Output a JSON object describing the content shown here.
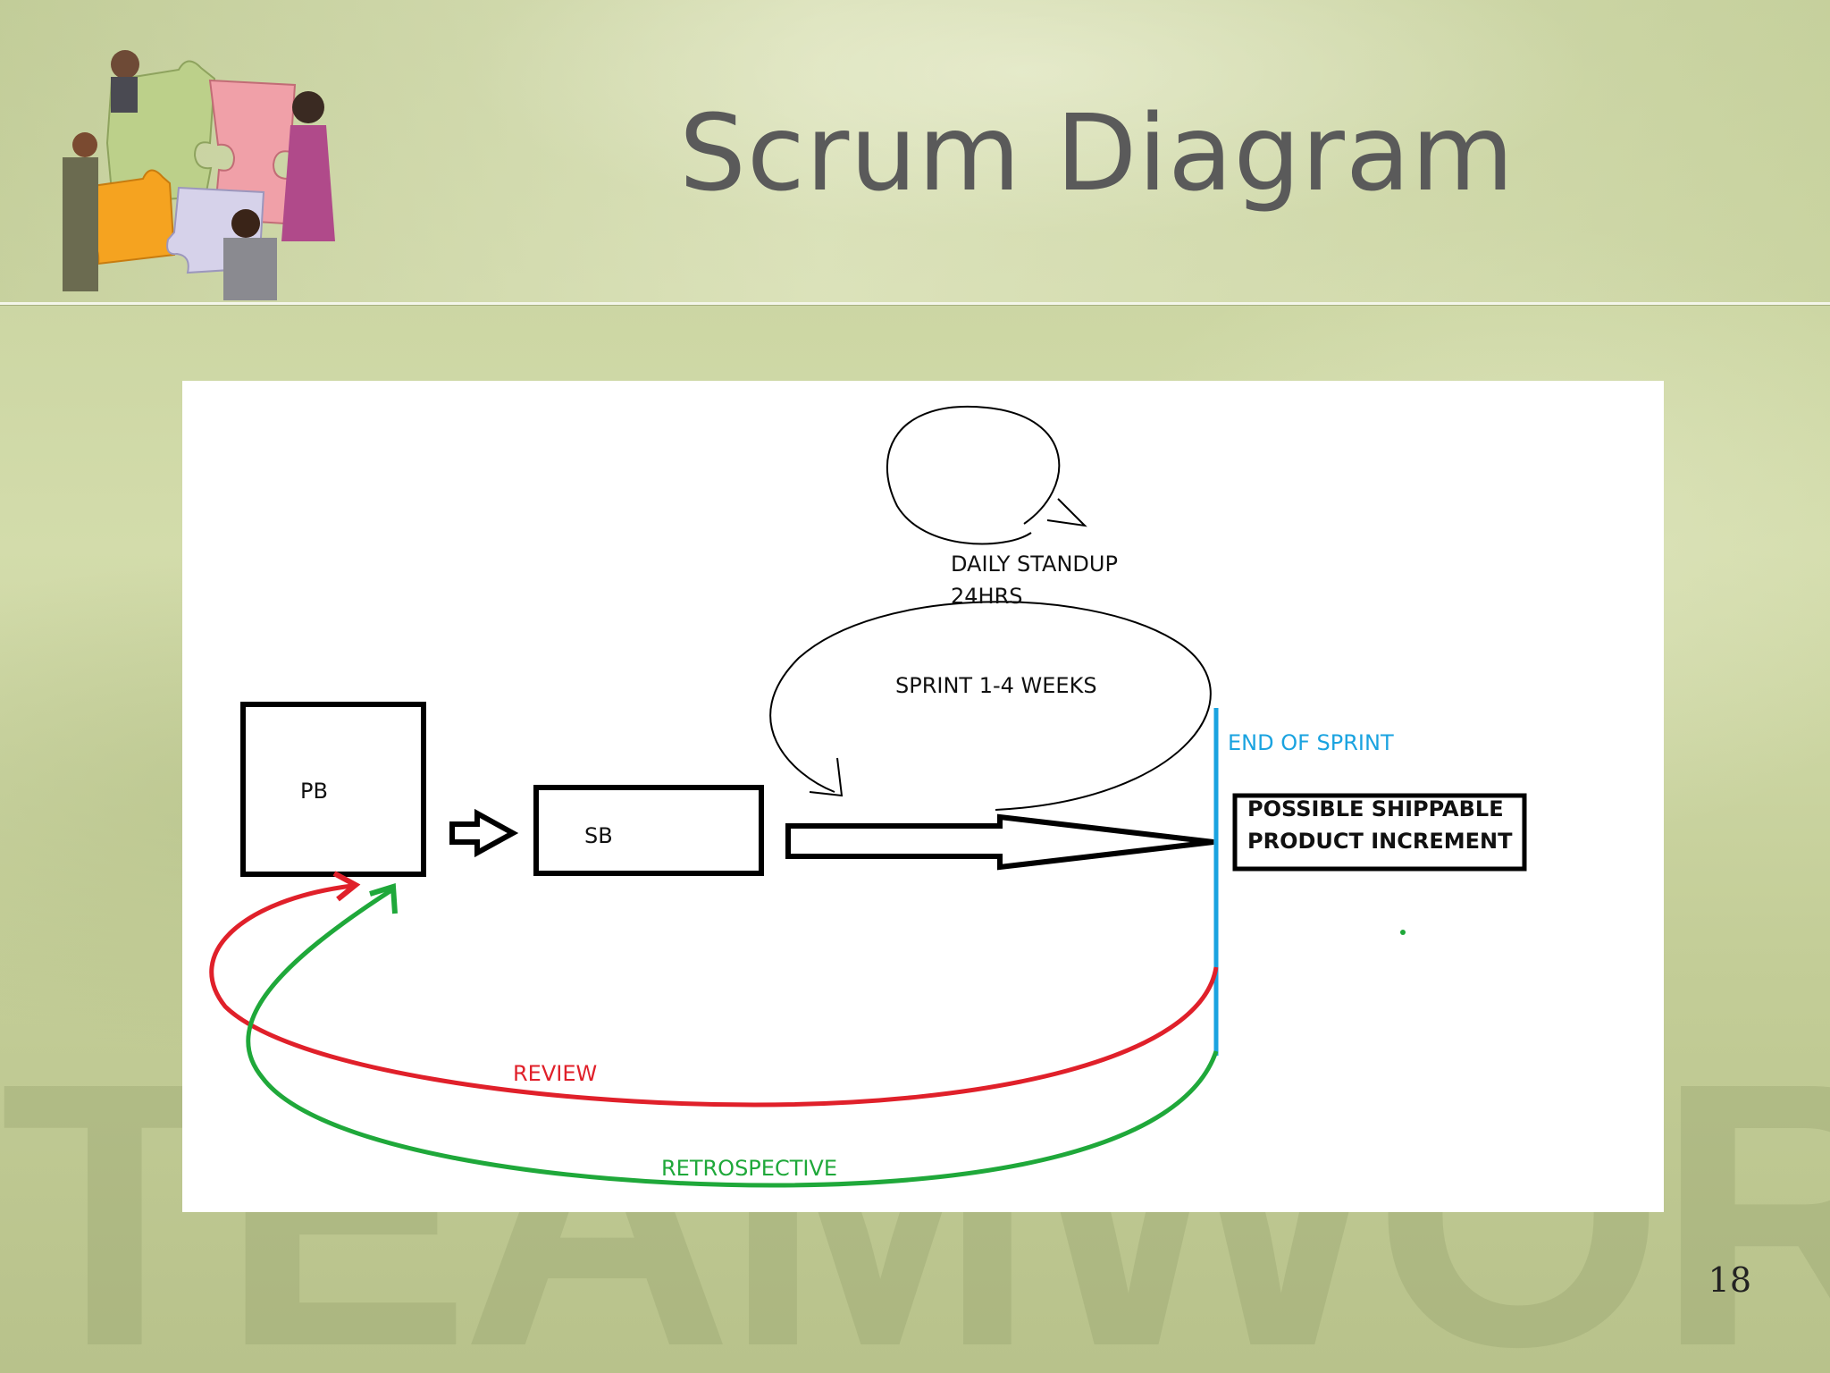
{
  "slide": {
    "title": "Scrum Diagram",
    "watermark": "TEAMWORK",
    "slide_number": "18"
  },
  "diagram": {
    "nodes": {
      "pb": "PB",
      "sb": "SB",
      "increment_line1": "POSSIBLE SHIPPABLE",
      "increment_line2": "PRODUCT INCREMENT"
    },
    "loops": {
      "daily_line1": "DAILY STANDUP",
      "daily_line2": "24HRS",
      "sprint": "SPRINT 1-4 WEEKS"
    },
    "end_of_sprint": "END OF SPRINT",
    "feedback": {
      "review": "REVIEW",
      "retrospective": "RETROSPECTIVE"
    },
    "colors": {
      "review": "#e0202a",
      "retrospective": "#1fa83a",
      "end_of_sprint": "#1aa3e0",
      "stroke": "#000000"
    }
  }
}
